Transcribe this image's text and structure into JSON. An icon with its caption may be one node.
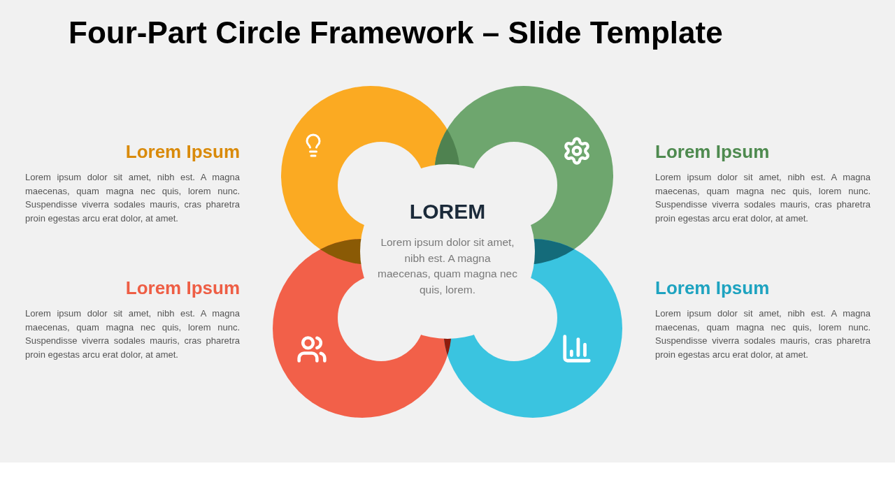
{
  "diagram": {
    "title": "Four-Part Circle Framework – Slide Template",
    "labels": [
      "Lorem Ipsum",
      "Lorem ipsum dolor sit amet, nibh est. A magna maecenas, quam magna nec quis, lorem nunc. Suspendisse viverra sodales mauris, cras pharetra proin egestas arcu erat dolor, at amet.",
      "Lorem Ipsum",
      "Lorem ipsum dolor sit amet, nibh est. A magna maecenas, quam magna nec quis, lorem nunc. Suspendisse viverra sodales mauris, cras pharetra proin egestas arcu erat dolor, at amet.",
      "LOREM",
      "Lorem ipsum dolor sit amet, nibh est. A magna maecenas, quam magna nec quis, lorem.",
      "Lorem Ipsum",
      "Lorem ipsum dolor sit amet, nibh est. A magna maecenas, quam magna nec quis, lorem nunc. Suspendisse viverra sodales mauris, cras pharetra proin egestas arcu erat dolor, at amet.",
      "Lorem Ipsum",
      "Lorem ipsum dolor sit amet, nibh est. A magna maecenas, quam magna nec quis, lorem nunc. Suspendisse viverra sodales mauris, cras pharetra proin egestas arcu erat dolor, at amet."
    ]
  }
}
